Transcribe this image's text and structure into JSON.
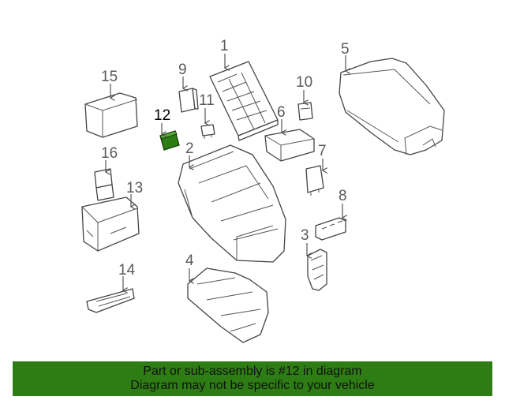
{
  "callouts": {
    "c1": "1",
    "c2": "2",
    "c3": "3",
    "c4": "4",
    "c5": "5",
    "c6": "6",
    "c7": "7",
    "c8": "8",
    "c9": "9",
    "c10": "10",
    "c11": "11",
    "c12": "12",
    "c13": "13",
    "c14": "14",
    "c15": "15",
    "c16": "16"
  },
  "highlight": {
    "part_number": "12",
    "color": "#2e7d14"
  },
  "banner": {
    "line1": "Part or sub-assembly is #12 in diagram",
    "line2": "Diagram may not be specific to your vehicle",
    "background": "#2e7d14"
  }
}
